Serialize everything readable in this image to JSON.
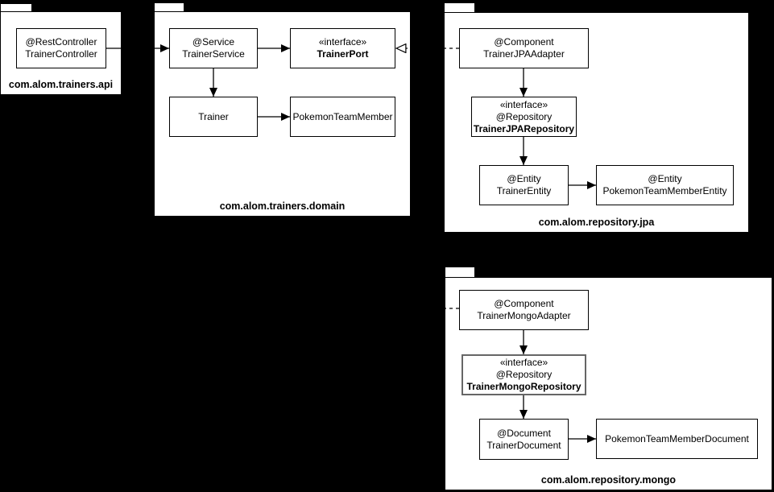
{
  "diagram": {
    "background": "#000000",
    "stroke": "#000000",
    "node_fill": "#ffffff",
    "highlight_stroke": "#666666"
  },
  "packages": {
    "api": {
      "label": "com.alom.trainers.api"
    },
    "domain": {
      "label": "com.alom.trainers.domain"
    },
    "jpa": {
      "label": "com.alom.repository.jpa"
    },
    "mongo": {
      "label": "com.alom.repository.mongo"
    }
  },
  "nodes": {
    "trainer_controller": {
      "line1": "@RestController",
      "line2": "TrainerController"
    },
    "trainer_service": {
      "line1": "@Service",
      "line2": "TrainerService"
    },
    "trainer_port": {
      "line1": "«interface»",
      "line2": "TrainerPort"
    },
    "trainer": {
      "line1": "Trainer"
    },
    "pokemon_team_member": {
      "line1": "PokemonTeamMember"
    },
    "trainer_jpa_adapter": {
      "line1": "@Component",
      "line2": "TrainerJPAAdapter"
    },
    "trainer_jpa_repository": {
      "line1": "«interface»",
      "line2": "@Repository",
      "line3": "TrainerJPARepository"
    },
    "trainer_entity": {
      "line1": "@Entity",
      "line2": "TrainerEntity"
    },
    "pokemon_team_member_entity": {
      "line1": "@Entity",
      "line2": "PokemonTeamMemberEntity"
    },
    "trainer_mongo_adapter": {
      "line1": "@Component",
      "line2": "TrainerMongoAdapter"
    },
    "trainer_mongo_repository": {
      "line1": "«interface»",
      "line2": "@Repository",
      "line3": "TrainerMongoRepository"
    },
    "trainer_document": {
      "line1": "@Document",
      "line2": "TrainerDocument"
    },
    "pokemon_team_member_document": {
      "line1": "PokemonTeamMemberDocument"
    }
  },
  "edges": [
    {
      "from": "TrainerController",
      "to": "TrainerService",
      "style": "solid-arrow"
    },
    {
      "from": "TrainerService",
      "to": "TrainerPort",
      "style": "solid-arrow"
    },
    {
      "from": "TrainerService",
      "to": "Trainer",
      "style": "solid-arrow"
    },
    {
      "from": "Trainer",
      "to": "PokemonTeamMember",
      "style": "solid-arrow"
    },
    {
      "from": "TrainerJPAAdapter",
      "to": "TrainerPort",
      "style": "dashed-hollow-arrow"
    },
    {
      "from": "TrainerJPAAdapter",
      "to": "TrainerJPARepository",
      "style": "solid-arrow"
    },
    {
      "from": "TrainerJPARepository",
      "to": "TrainerEntity",
      "style": "solid-arrow"
    },
    {
      "from": "TrainerEntity",
      "to": "PokemonTeamMemberEntity",
      "style": "solid-arrow"
    },
    {
      "from": "TrainerMongoAdapter",
      "to": "TrainerPort",
      "style": "dashed-hollow-arrow"
    },
    {
      "from": "TrainerMongoAdapter",
      "to": "TrainerMongoRepository",
      "style": "solid-arrow"
    },
    {
      "from": "TrainerMongoRepository",
      "to": "TrainerDocument",
      "style": "solid-arrow"
    },
    {
      "from": "TrainerDocument",
      "to": "PokemonTeamMemberDocument",
      "style": "solid-arrow"
    }
  ]
}
